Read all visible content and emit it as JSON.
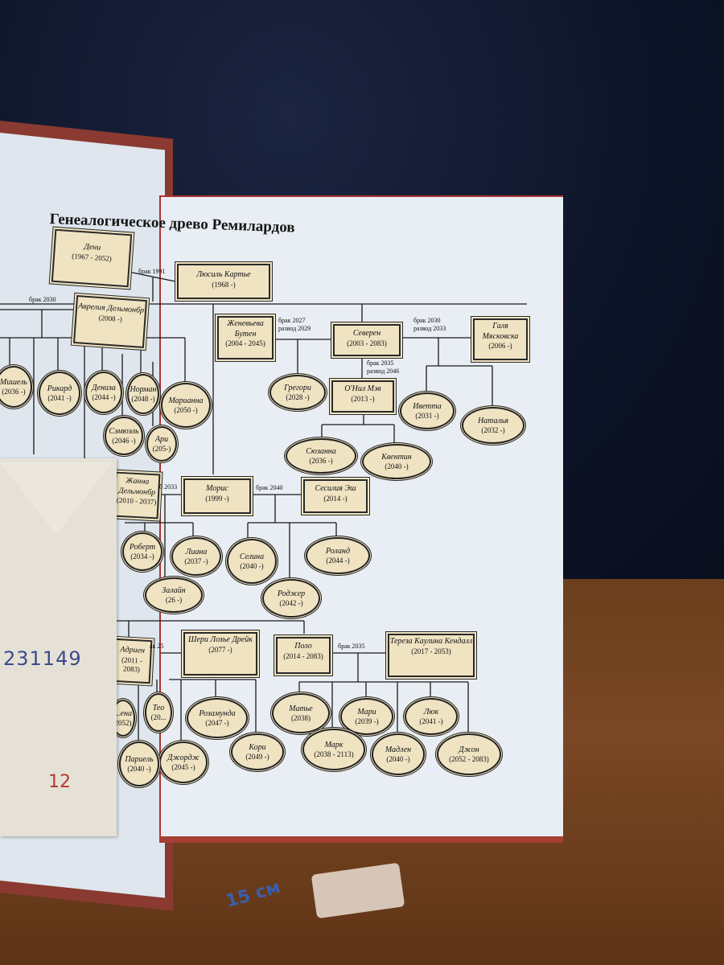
{
  "title": "Генеалогическое древо Ремилардов",
  "persons": {
    "deni": {
      "name": "Дени",
      "years": "(1967 - 2052)"
    },
    "lyusil": {
      "name": "Люсиль Картье",
      "years": "(1968 -)"
    },
    "avrelia": {
      "name": "Аврелия Дельмонбр",
      "years": "(2008 -)"
    },
    "zhenevieva": {
      "name": "Женевьева Бутен",
      "years": "(2004 - 2045)"
    },
    "severen": {
      "name": "Северен",
      "years": "(2003 - 2083)"
    },
    "galya": {
      "name": "Галя Мясковска",
      "years": "(2006 -)"
    },
    "mishel": {
      "name": "Мишель",
      "years": "(2036 -)"
    },
    "rikard": {
      "name": "Рикард",
      "years": "(2041 -)"
    },
    "denisa": {
      "name": "Дениза",
      "years": "(2044 -)"
    },
    "norman": {
      "name": "Норман",
      "years": "(2048 -)"
    },
    "marianna": {
      "name": "Марианна",
      "years": "(2050 -)"
    },
    "samyuel": {
      "name": "Сэмюэль",
      "years": "(2046 -)"
    },
    "ari": {
      "name": "Ари",
      "years": "(205-)"
    },
    "gregori": {
      "name": "Грегори",
      "years": "(2028 -)"
    },
    "onil": {
      "name": "О'Нил Мэв",
      "years": "(2013 -)"
    },
    "ivetta": {
      "name": "Иветта",
      "years": "(2031 -)"
    },
    "natalya": {
      "name": "Наталья",
      "years": "(2032 -)"
    },
    "syuzanna": {
      "name": "Сюзанна",
      "years": "(2036 -)"
    },
    "kventin": {
      "name": "Квентин",
      "years": "(2040 -)"
    },
    "zhanna": {
      "name": "Жанна Дельмонбр",
      "years": "(2010 - 2037)"
    },
    "moris": {
      "name": "Морис",
      "years": "(1999 -)"
    },
    "sesiliya": {
      "name": "Сесилия Эш",
      "years": "(2014 -)"
    },
    "robert": {
      "name": "Роберт",
      "years": "(2034 -)"
    },
    "liana": {
      "name": "Лиана",
      "years": "(2037 -)"
    },
    "selina": {
      "name": "Селина",
      "years": "(2040 -)"
    },
    "roland": {
      "name": "Роланд",
      "years": "(2044 -)"
    },
    "zalain": {
      "name": "Залайн",
      "years": "(26 -)"
    },
    "rodzher": {
      "name": "Роджер",
      "years": "(2042 -)"
    },
    "adrien": {
      "name": "Адриен",
      "years": "(2011 - 2083)"
    },
    "sheri": {
      "name": "Шери Лозье Дрейк",
      "years": "(2077 -)"
    },
    "polo": {
      "name": "Поло",
      "years": "(2014 - 2083)"
    },
    "tereza": {
      "name": "Тереза Каулина Кендалл",
      "years": "(2017 - 2053)"
    },
    "rozamunda": {
      "name": "Розамунда",
      "years": "(2047 -)"
    },
    "dzhordzh": {
      "name": "Джордж",
      "years": "(2045 -)"
    },
    "kori": {
      "name": "Кори",
      "years": "(2049 -)"
    },
    "pariel": {
      "name": "Париель",
      "years": "(2040 -)"
    },
    "mateo": {
      "name": "Матье",
      "years": "(2038)"
    },
    "mari": {
      "name": "Мари",
      "years": "(2039 -)"
    },
    "lyuk": {
      "name": "Люк",
      "years": "(2041 -)"
    },
    "mark": {
      "name": "Марк",
      "years": "(2038 - 2113)"
    },
    "madlen": {
      "name": "Мадлен",
      "years": "(2040 -)"
    },
    "dzhon": {
      "name": "Джон",
      "years": "(2052 - 2083)"
    },
    "lena": {
      "name": "...ена",
      "years": "2052)"
    },
    "teo": {
      "name": "Тео",
      "years": "(20..."
    }
  },
  "notes": {
    "brak1991": "брак 1991",
    "brak2030a": "брак 2030",
    "brak2027": "брак 2027 развод 2029",
    "brak2030b": "брак 2030 развод 2033",
    "brak2035a": "брак 2035 развод 2046",
    "brak2033": "б 2033",
    "brak2040": "брак 2040",
    "brak2035b": "брак 2035",
    "brak25": "ак 25"
  },
  "handwriting": {
    "number": "231149",
    "page": "12"
  },
  "ruler": "15 см"
}
